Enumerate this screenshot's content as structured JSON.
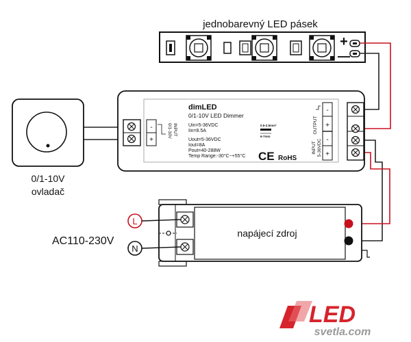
{
  "strip": {
    "title": "jednobarevný LED pásek",
    "plus": "+",
    "minus": "—"
  },
  "controller": {
    "label_line1": "0/1-10V",
    "label_line2": "ovladač"
  },
  "dimmer": {
    "brand": "dimLED",
    "model": "0/1-10V LED Dimmer",
    "uin": "Uin=5-36VDC",
    "iin": "Iin=8.5A",
    "uout": "Uout=5-36VDC",
    "iout": "Iout=8A",
    "pout": "Pout=40-288W",
    "temp": "Temp Range:-30°C~+55°C",
    "wire_gauge": "0.5-2.5mm²",
    "strip_len": "6-7mm",
    "input_left_line1": "INPUT",
    "input_left_line2": "0/1-10V",
    "output_label": "OUTPUT",
    "input_right_line1": "INPUT",
    "input_right_line2": "5-36VDC",
    "ce": "CE",
    "rohs": "RoHS",
    "term_minus": "-",
    "term_plus": "+"
  },
  "psu": {
    "label": "napájecí zdroj",
    "ac_label": "AC110-230V",
    "l_label": "L",
    "n_label": "N"
  },
  "logo": {
    "led": "LED",
    "site": "svetla.com"
  },
  "colors": {
    "red_wire": "#c8101e",
    "black_wire": "#222222",
    "logo_red": "#d6242c",
    "logo_gray": "#9a9a9a"
  }
}
